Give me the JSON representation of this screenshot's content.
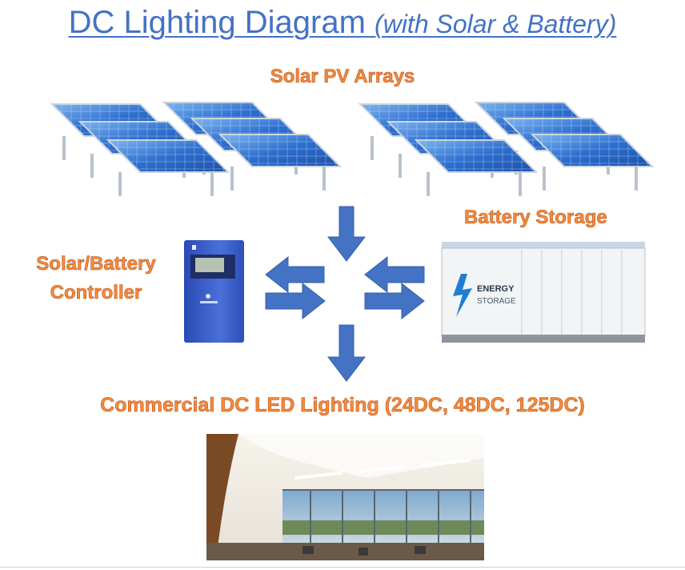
{
  "title": {
    "main": "DC Lighting Diagram",
    "sub": "(with Solar & Battery)"
  },
  "labels": {
    "solar_arrays": "Solar PV Arrays",
    "battery_storage": "Battery Storage",
    "controller_line1": "Solar/Battery",
    "controller_line2": "Controller",
    "lighting": "Commercial DC LED Lighting (24DC, 48DC, 125DC)"
  },
  "images": {
    "battery_text_line1": "ENERGY",
    "battery_text_line2": "STORAGE"
  },
  "colors": {
    "title": "#4472c4",
    "label": "#f28c3a",
    "arrow": "#4472c4",
    "panel": "#2f6fcf",
    "controller": "#3a5fc8"
  }
}
